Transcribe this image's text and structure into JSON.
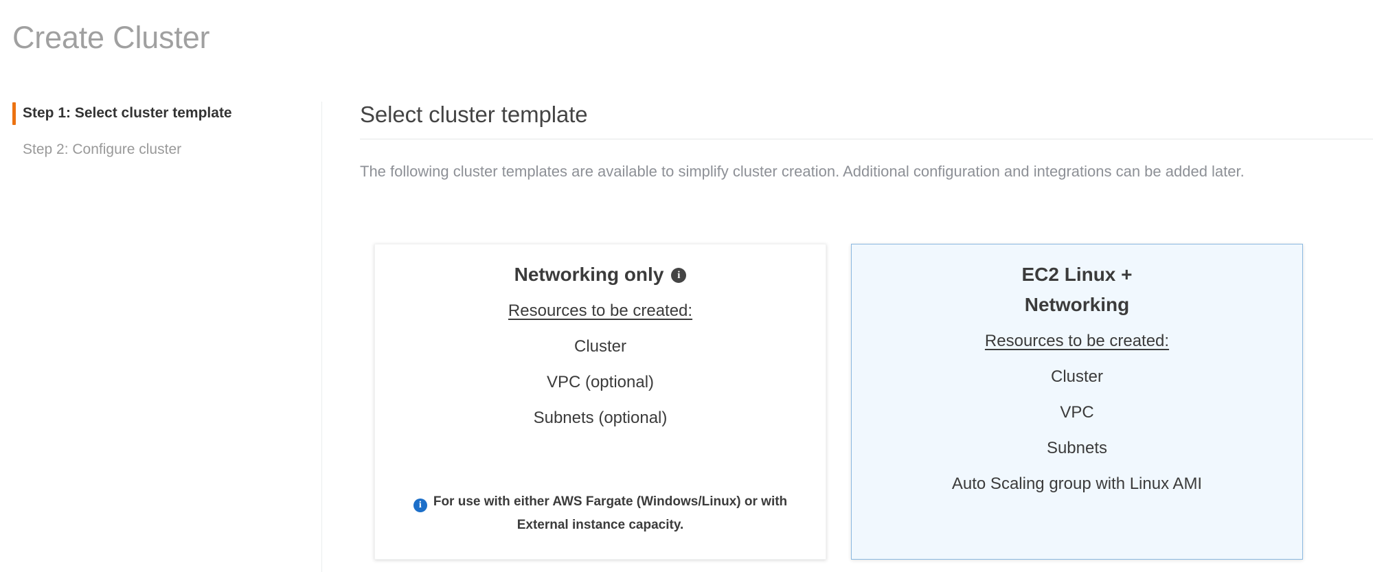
{
  "page": {
    "title": "Create Cluster"
  },
  "sidebar": {
    "steps": [
      {
        "label": "Step 1: Select cluster template",
        "active": true
      },
      {
        "label": "Step 2: Configure cluster",
        "active": false
      }
    ]
  },
  "main": {
    "section_title": "Select cluster template",
    "description": "The following cluster templates are available to simplify cluster creation. Additional configuration and integrations can be added later.",
    "cards": [
      {
        "title": "Networking only",
        "has_info_icon": true,
        "info_icon_name": "info-icon",
        "resources_label": "Resources to be created:",
        "resources": [
          "Cluster",
          "VPC (optional)",
          "Subnets (optional)"
        ],
        "note": "For use with either AWS Fargate (Windows/Linux) or with External instance capacity.",
        "note_icon_name": "info-icon-blue",
        "selected": false
      },
      {
        "title": "EC2 Linux +\nNetworking",
        "has_info_icon": false,
        "resources_label": "Resources to be created:",
        "resources": [
          "Cluster",
          "VPC",
          "Subnets",
          "Auto Scaling group with Linux AMI"
        ],
        "note": "",
        "selected": true
      }
    ]
  },
  "colors": {
    "accent_orange": "#ec7211",
    "selected_card_bg": "#f1f8fe",
    "selected_card_border": "#8ab8e0",
    "info_blue": "#1c6fc9",
    "title_gray": "#a0a0a0",
    "body_gray": "#8d9096"
  }
}
